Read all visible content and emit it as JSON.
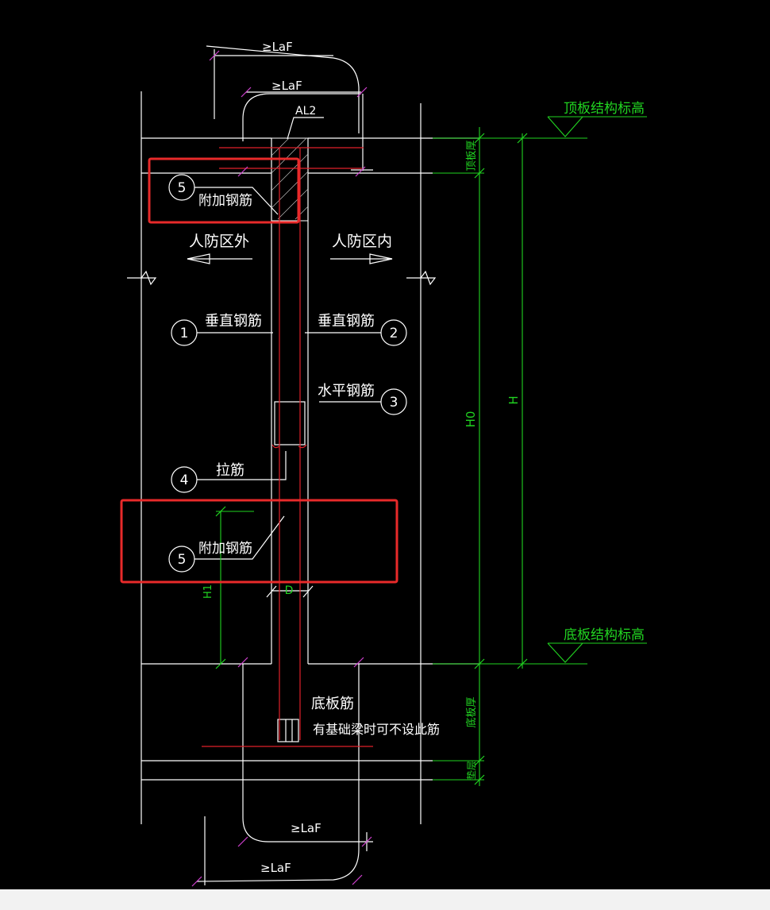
{
  "colors": {
    "background": "#000000",
    "outline": "#ffffff",
    "dimension": "#21d421",
    "rebar": "#e0202a",
    "highlight_box": "#e82a2a",
    "tick": "#d040d0"
  },
  "labels": {
    "laf_top_outer": "≥LaF",
    "laf_top_inner": "≥LaF",
    "laf_bottom_inner": "≥LaF",
    "laf_bottom_outer": "≥LaF",
    "al2": "AL2",
    "num5_top": "5",
    "add_rebar_top": "附加钢筋",
    "outside_zone": "人防区外",
    "inside_zone": "人防区内",
    "num1": "1",
    "vertical_rebar_left": "垂直钢筋",
    "vertical_rebar_right": "垂直钢筋",
    "num2": "2",
    "horizontal_rebar": "水平钢筋",
    "num3": "3",
    "num4": "4",
    "tie_rebar": "拉筋",
    "num5_bottom": "5",
    "add_rebar_bottom": "附加钢筋",
    "dim_h1": "H1",
    "dim_d": "D",
    "bottom_slab_rebar": "底板筋",
    "bottom_note": "有基础梁时可不设此筋",
    "roof_elevation": "顶板结构标高",
    "floor_elevation": "底板结构标高",
    "roof_thickness": "顶板厚",
    "floor_thickness": "底板厚",
    "cushion": "垫层",
    "dim_h0": "H0",
    "dim_h": "H"
  }
}
